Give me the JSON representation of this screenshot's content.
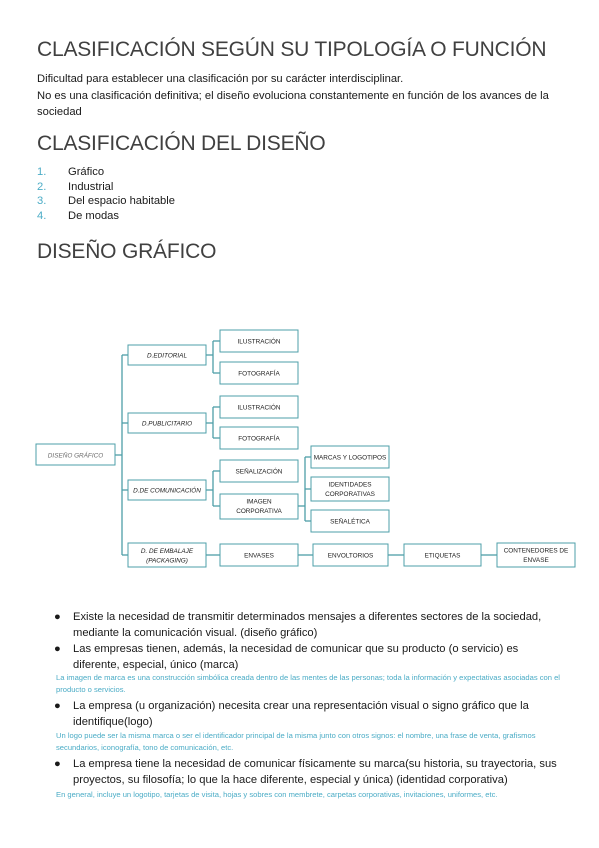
{
  "sections": {
    "tipologia_title": "CLASIFICACIÓN SEGÚN SU TIPOLOGÍA O FUNCIÓN",
    "tipologia_p1": "Dificultad para establecer una clasificación por su carácter interdisciplinar.",
    "tipologia_p2": "No es una clasificación definitiva; el diseño evoluciona constantemente en función de los avances de la sociedad",
    "clasificacion_title": "CLASIFICACIÓN DEL DISEÑO",
    "clasificacion_items": [
      {
        "num": "1.",
        "label": "Gráfico"
      },
      {
        "num": "2.",
        "label": "Industrial"
      },
      {
        "num": "3.",
        "label": "Del espacio habitable"
      },
      {
        "num": "4.",
        "label": "De modas"
      }
    ],
    "grafico_title": "DISEÑO GRÁFICO"
  },
  "diagram": {
    "root": "DISEÑO GRÁFICO",
    "editorial": "D.EDITORIAL",
    "publicitario": "D.PUBLICITARIO",
    "comunicacion": "D.DE COMUNICACIÓN",
    "embalaje_line1": "D. DE EMBALAJE",
    "embalaje_line2": "(PACKAGING)",
    "ilustracion_1": "ILUSTRACIÓN",
    "fotografia_1": "FOTOGRAFÍA",
    "ilustracion_2": "ILUSTRACIÓN",
    "fotografia_2": "FOTOGRAFÍA",
    "senalizacion": "SEÑALIZACIÓN",
    "imagen_line1": "IMAGEN",
    "imagen_line2": "CORPORATIVA",
    "marcas": "MARCAS Y LOGOTIPOS",
    "identidades_line1": "IDENTIDADES",
    "identidades_line2": "CORPORATIVAS",
    "senaletica": "SEÑALÉTICA",
    "envases": "ENVASES",
    "envoltorios": "ENVOLTORIOS",
    "etiquetas": "ETIQUETAS",
    "contenedores_line1": "CONTENEDORES DE",
    "contenedores_line2": "ENVASE",
    "line_color": "#4e9fa8"
  },
  "bullets": {
    "b1": "Existe la necesidad de transmitir determinados mensajes a diferentes sectores de la sociedad, mediante la comunicación visual. (diseño gráfico)",
    "b2": "Las empresas tienen, además, la necesidad de comunicar que su producto (o servicio) es diferente, especial, único (marca)",
    "note1": "La imagen de marca es una construcción simbólica creada dentro de las mentes de las personas; toda la información y expectativas asociadas con el producto o servicios.",
    "b3": "La empresa (u organización) necesita crear una representación visual o signo gráfico que la identifique(logo)",
    "note2": "Un logo puede ser la misma marca o ser el identificador principal de la misma junto con otros signos: el nombre, una frase de venta, grafismos secundarios, iconografía, tono de comunicación, etc.",
    "b4": "La empresa tiene la necesidad de comunicar físicamente su marca(su historia, su trayectoria, sus proyectos, su filosofía; lo que la hace diferente, especial y única) (identidad corporativa)",
    "note3": "En general, incluye un logotipo, tarjetas de visita, hojas y sobres con membrete, carpetas corporativas, invitaciones, uniformes, etc.",
    "bullet_glyph": "●"
  },
  "colors": {
    "heading": "#404040",
    "accent": "#4bacc6"
  }
}
